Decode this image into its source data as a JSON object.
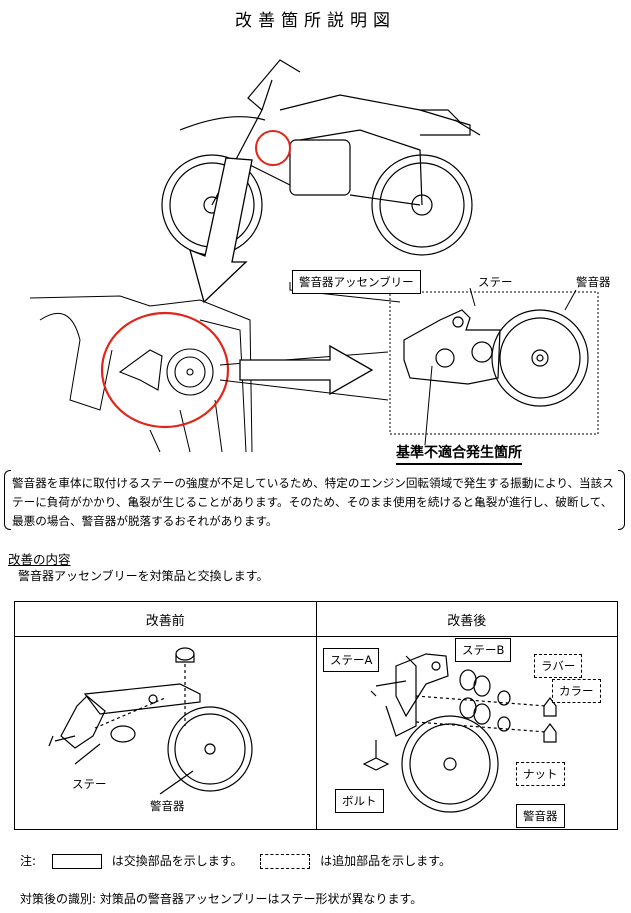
{
  "title": "改善箇所説明図",
  "upper_labels": {
    "assembly": "警音器アッセンブリー",
    "stay": "ステー",
    "horn": "警音器",
    "defect_location": "基準不適合発生箇所"
  },
  "description": "警音器を車体に取付けるステーの強度が不足しているため、特定のエンジン回転領域で発生する振動により、当該ステーに負荷がかかり、亀裂が生じることがあります。そのため、そのまま使用を続けると亀裂が進行し、破断して、最悪の場合、警音器が脱落するおそれがあります。",
  "improvement": {
    "heading": "改善の内容",
    "body": "警音器アッセンブリーを対策品と交換します。"
  },
  "table": {
    "before_header": "改善前",
    "after_header": "改善後",
    "before_labels": {
      "stay": "ステー",
      "horn": "警音器"
    },
    "after_labels": {
      "stay_a": "ステーA",
      "stay_b": "ステーB",
      "rubber": "ラバー",
      "collar": "カラー",
      "nut": "ナット",
      "bolt": "ボルト",
      "horn": "警音器"
    }
  },
  "note": {
    "prefix": "注:",
    "solid_text": "は交換部品を示します。",
    "dashed_text": "は追加部品を示します。"
  },
  "identification": "対策後の識別: 対策品の警音器アッセンブリーはステー形状が異なります。",
  "colors": {
    "highlight_circle": "#e0261b",
    "line": "#000000"
  }
}
